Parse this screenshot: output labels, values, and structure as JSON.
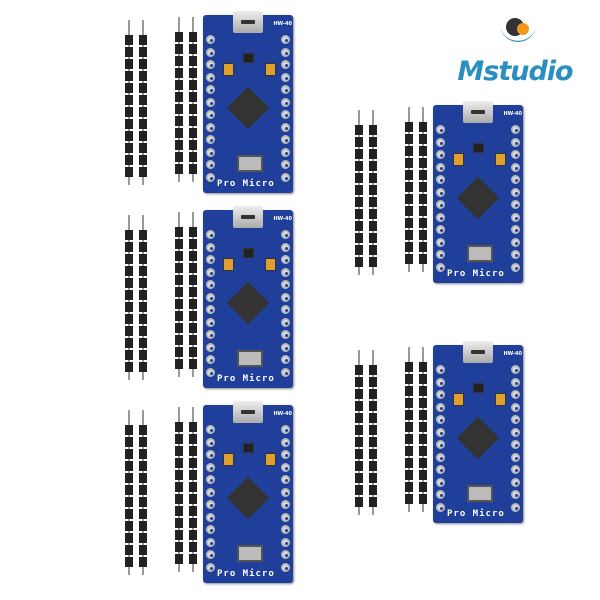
{
  "brand": {
    "name": "Mstudio",
    "colors": {
      "blue": "#2a8fc0",
      "orange": "#f39a1e",
      "dark": "#333333"
    }
  },
  "product": {
    "board_label": "Pro Micro",
    "model_label": "HW-40",
    "pcb_color": "#1f3f9a",
    "quantity_shown": 5
  },
  "boards": [
    {
      "id": "left-1"
    },
    {
      "id": "left-2"
    },
    {
      "id": "left-3"
    },
    {
      "id": "right-1"
    },
    {
      "id": "right-2"
    }
  ]
}
